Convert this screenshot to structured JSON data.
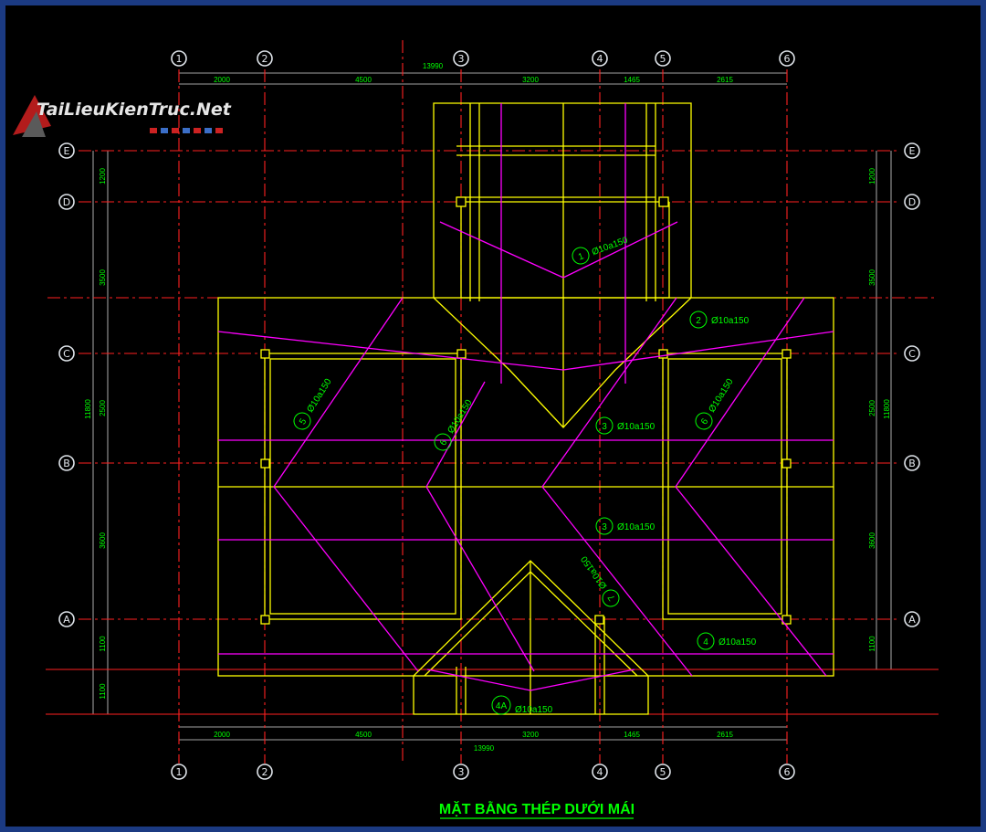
{
  "watermark": {
    "text": "TaiLieuKienTruc.Net"
  },
  "title": "MẶT BẰNG THÉP DƯỚI MÁI",
  "axes_x": [
    "1",
    "2",
    "3",
    "4",
    "5",
    "6"
  ],
  "axes_y": [
    "E",
    "D",
    "C",
    "B",
    "A"
  ],
  "dims_top": {
    "total": "13990",
    "segments": [
      "2000",
      "4500",
      "3200",
      "1465",
      "2615"
    ]
  },
  "dims_bottom": {
    "total": "13990",
    "segments": [
      "2000",
      "4500",
      "3200",
      "1465",
      "2615"
    ]
  },
  "dims_left": {
    "total": "11800",
    "segments": [
      "1200",
      "3500",
      "2500",
      "3600",
      "1100"
    ],
    "extra": "1100"
  },
  "dims_right": {
    "total": "11800",
    "segments": [
      "1200",
      "3500",
      "2500",
      "3600",
      "1100"
    ]
  },
  "rebar_tags": [
    {
      "num": "1",
      "spec": "Ø10a150"
    },
    {
      "num": "2",
      "spec": "Ø10a150"
    },
    {
      "num": "3",
      "spec": "Ø10a150"
    },
    {
      "num": "3",
      "spec": "Ø10a150"
    },
    {
      "num": "4",
      "spec": "Ø10a150"
    },
    {
      "num": "4A",
      "spec": "Ø10a150"
    },
    {
      "num": "5",
      "spec": "Ø10a150"
    },
    {
      "num": "6",
      "spec": "Ø10a150"
    },
    {
      "num": "6",
      "spec": "Ø10a150"
    },
    {
      "num": "7",
      "spec": "Ø10a150"
    }
  ],
  "colors": {
    "background": "#000000",
    "frame": "#1b3a82",
    "grid": "#ff2020",
    "outline": "#ffff00",
    "rebar": "#ff00ff",
    "text": "#00ff00"
  }
}
